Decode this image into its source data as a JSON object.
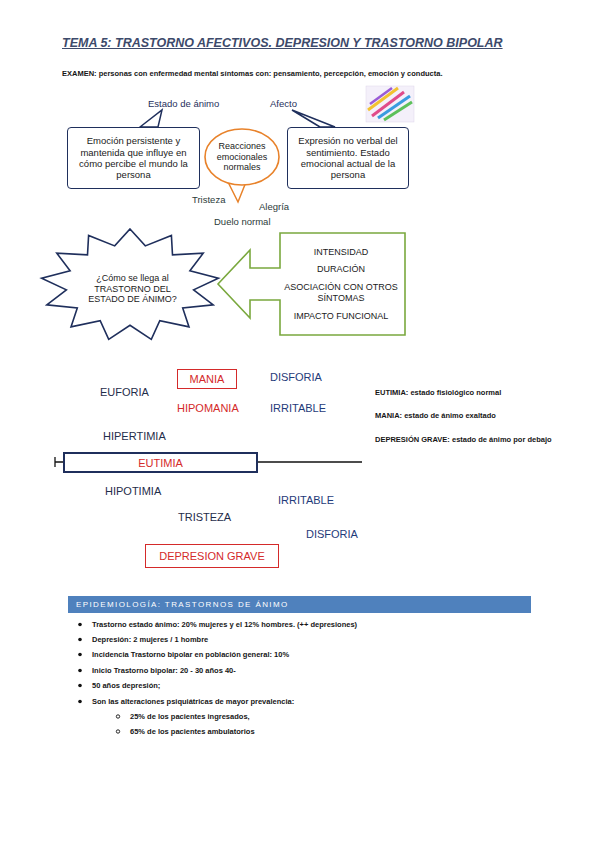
{
  "diagram": {
    "title": "TEMA 5: TRASTORNO AFECTIVOS. DEPRESION Y TRASTORNO BIPOLAR",
    "nodes": [
      {
        "text": [
          "Estado de ánimo",
          "Emoción persistente y mantenida que influye en cómo percibe el mundo la persona"
        ]
      },
      {
        "text": [
          "Reacciones emocionales normales"
        ]
      },
      {
        "text": [
          "Afecto",
          "Expresión no verbal del sentimiento. Estado emocional actual de la persona"
        ]
      },
      {
        "text": [
          "¿Cómo se llega al TRASTORNO DEL ESTADO DE ÁNIMO?"
        ]
      },
      {
        "text": [
          "INTENSIDAD",
          "DURACIÓN",
          "ASOCIACIÓN CON OTROS SÍNTOMAS",
          "IMPACTO FUNCIONAL"
        ]
      },
      {
        "text": [
          "MANIA"
        ]
      },
      {
        "text": [
          "EUTIMIA"
        ]
      },
      {
        "text": [
          "DEPRESION GRAVE"
        ]
      },
      {
        "text": [
          "EPIDEMIOLOGÍA: TRASTORNOS DE ÁNIMO"
        ]
      }
    ],
    "labels": [
      "EXAMEN: personas con enfermedad mental síntomas con: pensamiento, percepción, emoción y conducta.",
      "Tristeza",
      "Alegría",
      "Duelo normal",
      "EUFORIA",
      "DISFORIA",
      "HIPOMANIA",
      "IRRITABLE",
      "HIPERTIMIA",
      "HIPOTIMIA",
      "IRRITABLE",
      "TRISTEZA",
      "DISFORIA",
      "EUTIMIA: estado fisiológico normal",
      "MANIA: estado de ánimo exaltado",
      "DEPRESIÓN GRAVE: estado de ánimo por debajo",
      "Trastorno estado ánimo: 20% mujeres y el 12% hombres. (++ depresiones)",
      "Depresión: 2 mujeres / 1 hombre",
      "Incidencia Trastorno bipolar en población general: 10%",
      "Inicio Trastorno bipolar: 20 - 30 años 40-",
      "50 años depresión;",
      "Son las alteraciones psiquiátricas de mayor prevalencia:",
      "25% de los pacientes ingresados,",
      "65% de los pacientes ambulatorios"
    ]
  }
}
